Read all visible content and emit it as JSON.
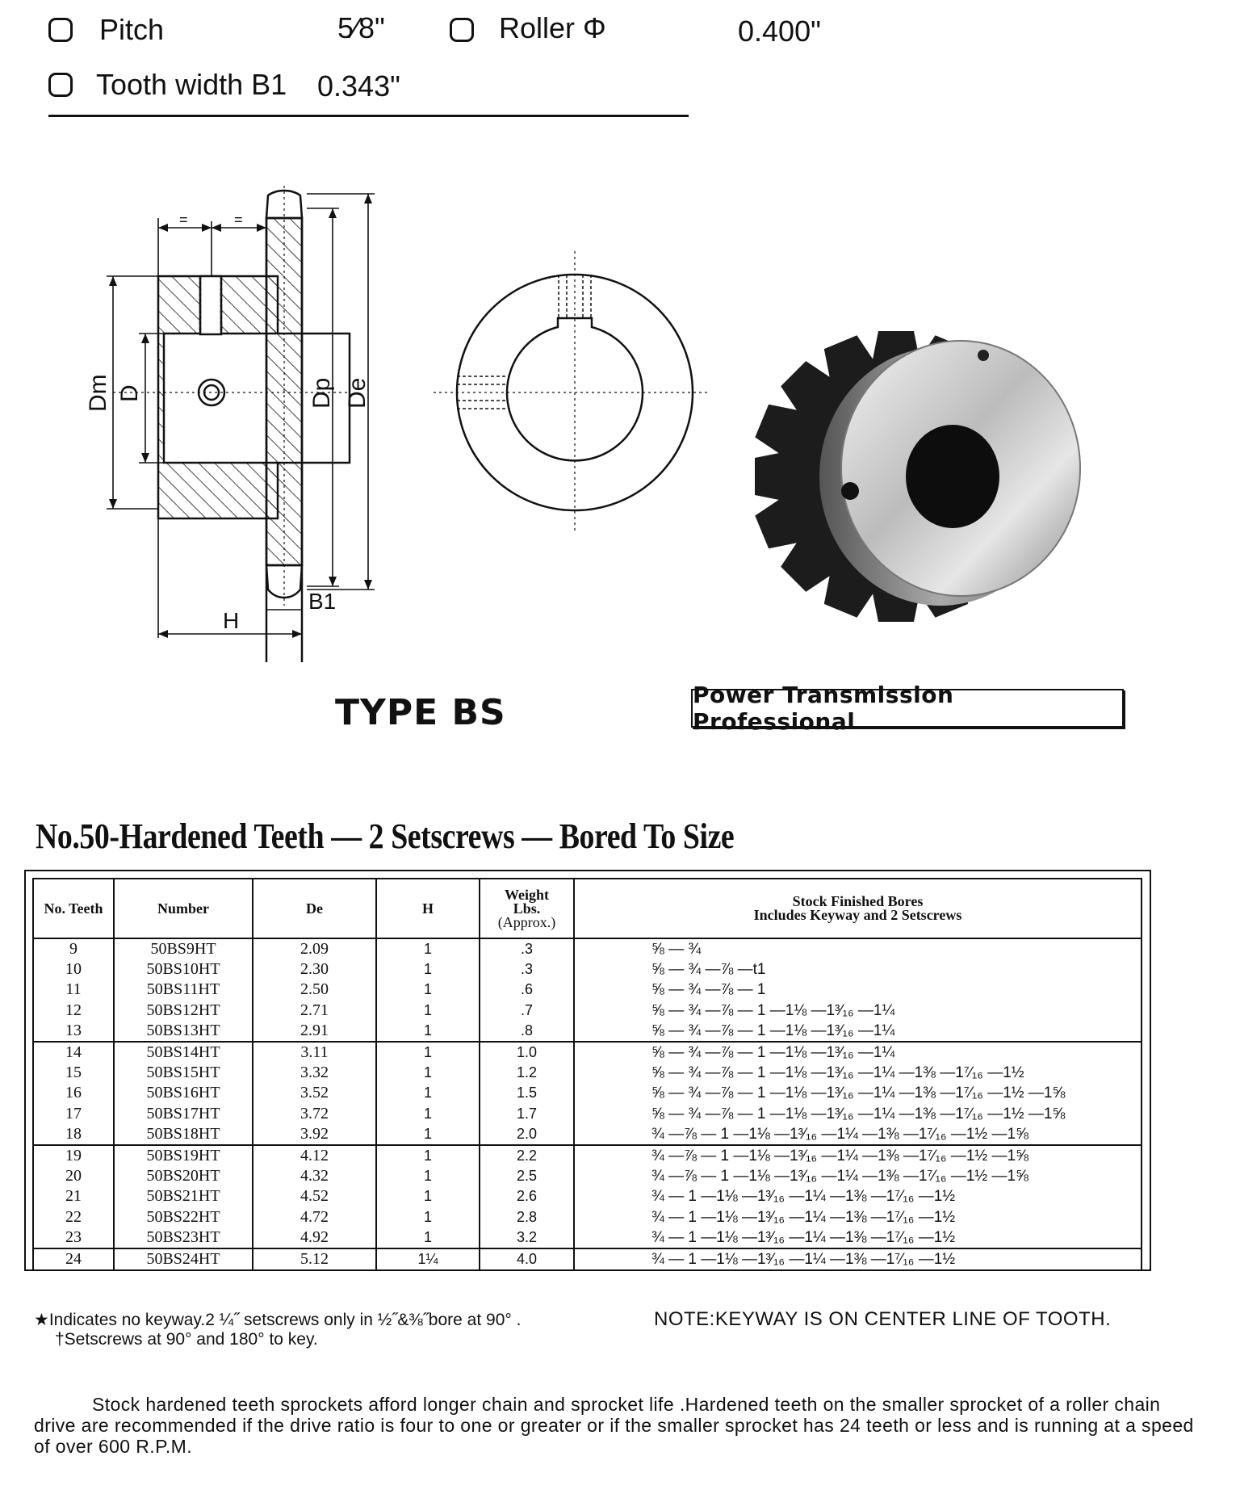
{
  "specs": {
    "pitch_label": "Pitch",
    "pitch_value": "5⁄8\"",
    "roller_label": "Roller Φ",
    "roller_value": "0.400\"",
    "tooth_width_label": "Tooth width B1",
    "tooth_width_value": "0.343\""
  },
  "drawing": {
    "labels": {
      "dm": "Dm",
      "d": "D",
      "dp": "Dp",
      "de": "De",
      "b1": "B1",
      "h": "H",
      "eq1": "=",
      "eq2": "="
    }
  },
  "type_title": "TYPE BS",
  "brand": "Power Transmission Professional",
  "table_title": "No.50-Hardened Teeth — 2 Setscrews — Bored To Size",
  "table": {
    "headers": {
      "teeth": "No. Teeth",
      "number": "Number",
      "de": "De",
      "h": "H",
      "weight_1": "Weight",
      "weight_2": "Lbs.",
      "weight_3": "(Approx.)",
      "bores_1": "Stock Finished Bores",
      "bores_2": "Includes Keyway and 2 Setscrews"
    },
    "rows": [
      {
        "teeth": "9",
        "number": "50BS9HT",
        "de": "2.09",
        "h": "1",
        "weight": ".3",
        "bores": "⅝ — ¾"
      },
      {
        "teeth": "10",
        "number": "50BS10HT",
        "de": "2.30",
        "h": "1",
        "weight": ".3",
        "bores": "⅝ — ¾ —⅞ —t1"
      },
      {
        "teeth": "11",
        "number": "50BS11HT",
        "de": "2.50",
        "h": "1",
        "weight": ".6",
        "bores": "⅝ — ¾ —⅞ — 1"
      },
      {
        "teeth": "12",
        "number": "50BS12HT",
        "de": "2.71",
        "h": "1",
        "weight": ".7",
        "bores": "⅝ — ¾ —⅞ — 1 —1⅛ —1³⁄₁₆ —1¼"
      },
      {
        "teeth": "13",
        "number": "50BS13HT",
        "de": "2.91",
        "h": "1",
        "weight": ".8",
        "bores": "⅝ — ¾ —⅞ — 1 —1⅛ —1³⁄₁₆ —1¼"
      },
      {
        "teeth": "14",
        "number": "50BS14HT",
        "de": "3.11",
        "h": "1",
        "weight": "1.0",
        "bores": "⅝ — ¾ —⅞ — 1 —1⅛ —1³⁄₁₆ —1¼"
      },
      {
        "teeth": "15",
        "number": "50BS15HT",
        "de": "3.32",
        "h": "1",
        "weight": "1.2",
        "bores": "⅝ — ¾ —⅞ — 1 —1⅛ —1³⁄₁₆ —1¼ —1⅜ —1⁷⁄₁₆ —1½"
      },
      {
        "teeth": "16",
        "number": "50BS16HT",
        "de": "3.52",
        "h": "1",
        "weight": "1.5",
        "bores": "⅝ — ¾ —⅞ — 1 —1⅛ —1³⁄₁₆ —1¼ —1⅜ —1⁷⁄₁₆ —1½ —1⅝"
      },
      {
        "teeth": "17",
        "number": "50BS17HT",
        "de": "3.72",
        "h": "1",
        "weight": "1.7",
        "bores": "⅝ — ¾ —⅞ — 1 —1⅛ —1³⁄₁₆ —1¼ —1⅜ —1⁷⁄₁₆ —1½ —1⅝"
      },
      {
        "teeth": "18",
        "number": "50BS18HT",
        "de": "3.92",
        "h": "1",
        "weight": "2.0",
        "bores": "¾ —⅞ — 1 —1⅛ —1³⁄₁₆ —1¼ —1⅜ —1⁷⁄₁₆ —1½ —1⅝"
      },
      {
        "teeth": "19",
        "number": "50BS19HT",
        "de": "4.12",
        "h": "1",
        "weight": "2.2",
        "bores": "¾ —⅞ — 1 —1⅛ —1³⁄₁₆ —1¼ —1⅜ —1⁷⁄₁₆ —1½ —1⅝"
      },
      {
        "teeth": "20",
        "number": "50BS20HT",
        "de": "4.32",
        "h": "1",
        "weight": "2.5",
        "bores": "¾ —⅞ — 1 —1⅛ —1³⁄₁₆ —1¼ —1⅜ —1⁷⁄₁₆ —1½ —1⅝"
      },
      {
        "teeth": "21",
        "number": "50BS21HT",
        "de": "4.52",
        "h": "1",
        "weight": "2.6",
        "bores": "¾ — 1 —1⅛ —1³⁄₁₆ —1¼ —1⅜ —1⁷⁄₁₆ —1½"
      },
      {
        "teeth": "22",
        "number": "50BS22HT",
        "de": "4.72",
        "h": "1",
        "weight": "2.8",
        "bores": "¾ — 1 —1⅛ —1³⁄₁₆ —1¼ —1⅜ —1⁷⁄₁₆ —1½"
      },
      {
        "teeth": "23",
        "number": "50BS23HT",
        "de": "4.92",
        "h": "1",
        "weight": "3.2",
        "bores": "¾ — 1 —1⅛ —1³⁄₁₆ —1¼ —1⅜ —1⁷⁄₁₆ —1½"
      },
      {
        "teeth": "24",
        "number": "50BS24HT",
        "de": "5.12",
        "h": "1¼",
        "weight": "4.0",
        "bores": "¾ — 1 —1⅛ —1³⁄₁₆ —1¼ —1⅜ —1⁷⁄₁₆ —1½"
      }
    ]
  },
  "footnotes": {
    "star": "★Indicates no keyway.2 ¼˝ setscrews only in ½˝&⅜˝bore at 90° .",
    "dagger": "†Setscrews at 90° and 180° to key.",
    "note": "NOTE:KEYWAY IS ON CENTER LINE OF TOOTH."
  },
  "paragraph": "Stock hardened teeth sprockets afford longer chain and sprocket life .Hardened teeth on the smaller sprocket of a roller chain drive are recommended if the drive ratio is four to one or greater or if the smaller sprocket has 24 teeth or less and is running at a speed of over 600 R.P.M."
}
